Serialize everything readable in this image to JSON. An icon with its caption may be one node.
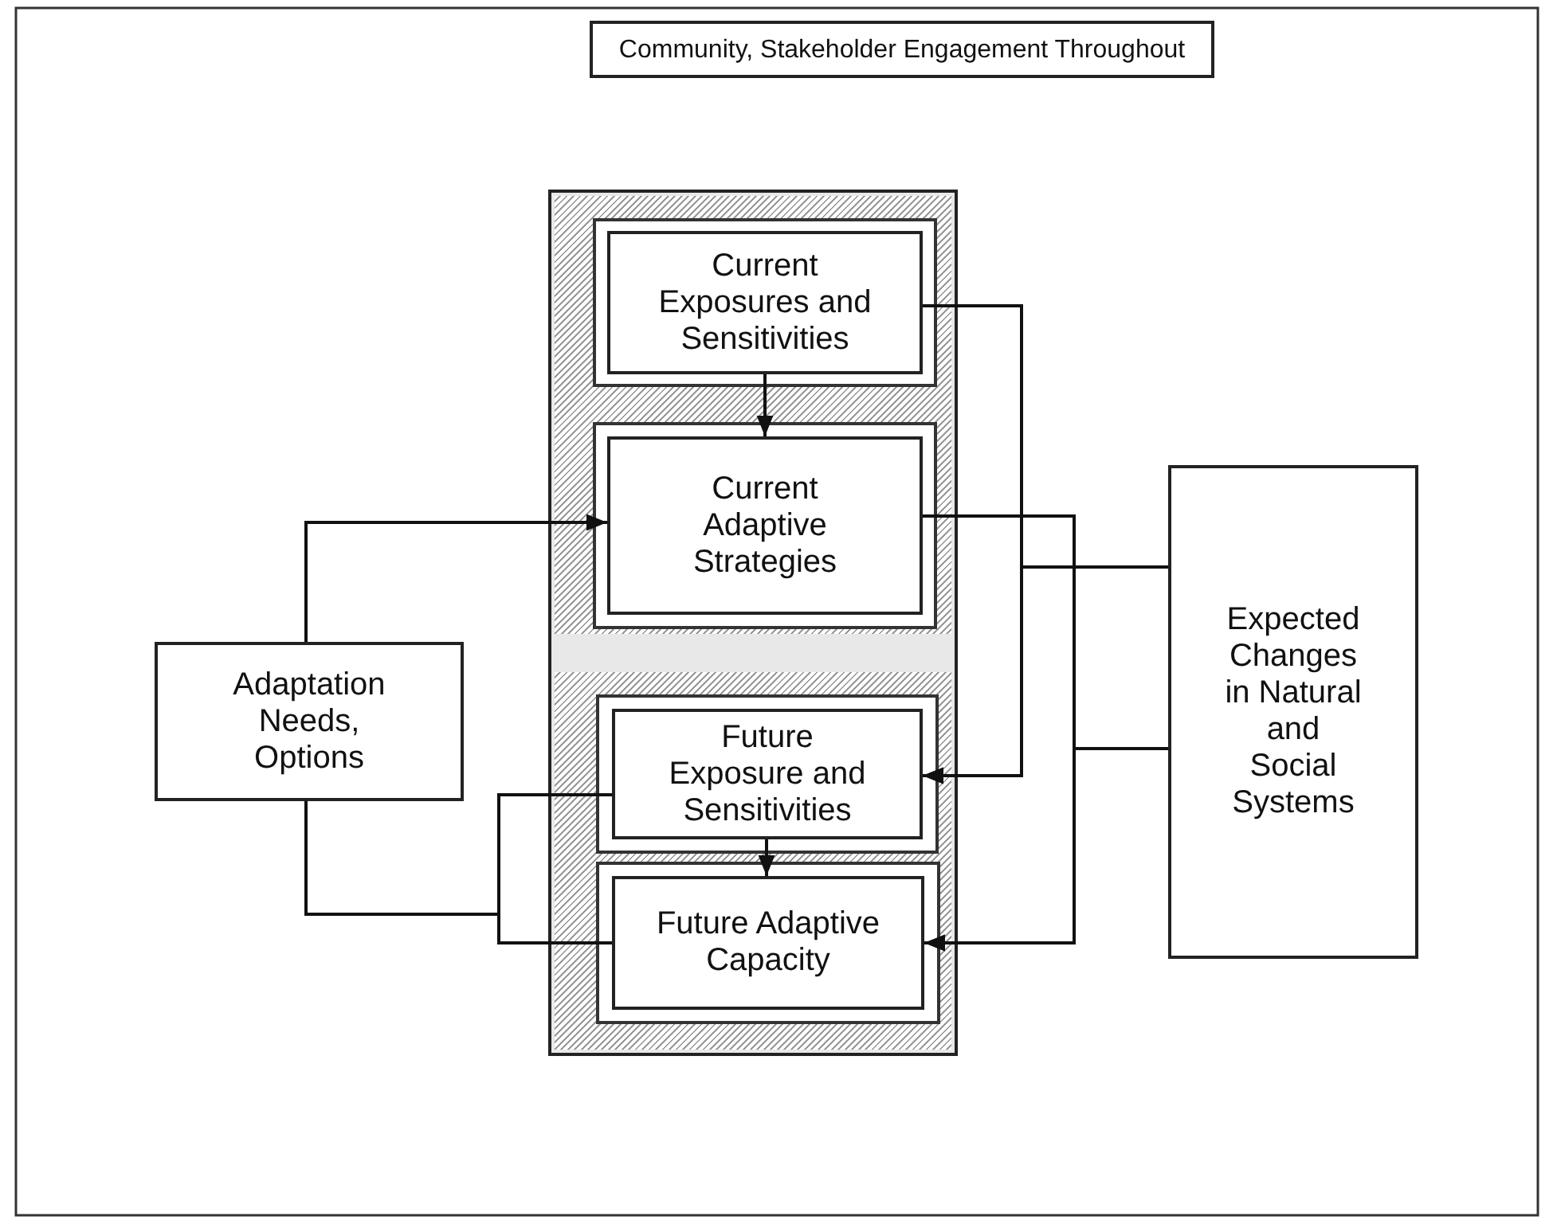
{
  "diagram": {
    "nodes": [
      {
        "text": [
          "Community, Stakeholder Engagement Throughout"
        ]
      },
      {
        "text": [],
        "shape": "box"
      },
      {
        "text": [
          "Current Exposures and Sensitivities"
        ],
        "in": 1
      },
      {
        "text": [
          "Current Adaptive Strategies"
        ],
        "in": 1
      },
      {
        "text": [
          "Adaptation Needs, Options"
        ]
      },
      {
        "text": [],
        "shape": "box"
      },
      {
        "text": [
          "Future Exposure and Sensitivities"
        ],
        "in": 5
      },
      {
        "text": [
          "Future Adaptive Capacity"
        ],
        "in": 5
      },
      {
        "text": [
          "Expected Changes in Natural and Social Systems"
        ]
      }
    ],
    "edges": [
      {
        "from": 2,
        "to": 3,
        "arrow": "to"
      },
      {
        "from": 4,
        "to": 3,
        "arrow": "to"
      },
      {
        "from": 2,
        "to": 6,
        "arrow": "to"
      },
      {
        "from": 8,
        "to": 6,
        "arrow": "to"
      },
      {
        "from": 3,
        "to": 7,
        "arrow": "to"
      },
      {
        "from": 8,
        "to": 7,
        "arrow": "to"
      },
      {
        "from": 6,
        "to": 7,
        "arrow": "to"
      },
      {
        "from": 4,
        "to": 6,
        "arrow": "none"
      },
      {
        "from": 4,
        "to": 7,
        "arrow": "none"
      }
    ]
  }
}
